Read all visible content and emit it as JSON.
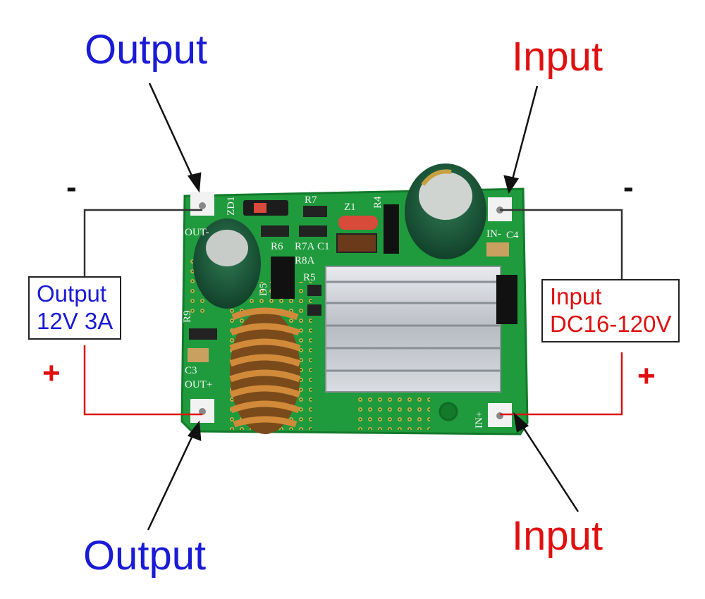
{
  "labels": {
    "output_top": "Output",
    "input_top": "Input",
    "output_bottom": "Output",
    "input_bottom": "Input",
    "minus_left": "-",
    "minus_right": "-",
    "plus_left": "+",
    "plus_right": "+"
  },
  "output_box": {
    "line1": "Output",
    "line2": "12V 3A"
  },
  "input_box": {
    "line1": "Input",
    "line2": "DC16-120V"
  },
  "silkscreen": {
    "zd1": "ZD1",
    "r7": "R7",
    "z1": "Z1",
    "r4": "R4",
    "out_minus": "OUT-",
    "r6": "R6",
    "r7a": "R7A",
    "c1": "C1",
    "r8a": "R8A",
    "r5": "R5",
    "d5": "D5",
    "r9": "R9",
    "c3": "C3",
    "out_plus": "OUT+",
    "in_minus": "IN-",
    "c4": "C4",
    "in_plus": "IN+"
  },
  "colors": {
    "output": "#1a1ad6",
    "input": "#e01010",
    "pcb": "#1f9a3c",
    "heatsink": "#c9ccd1",
    "inductor": "#c77a2e",
    "capacitor": "#1e5a3a"
  }
}
